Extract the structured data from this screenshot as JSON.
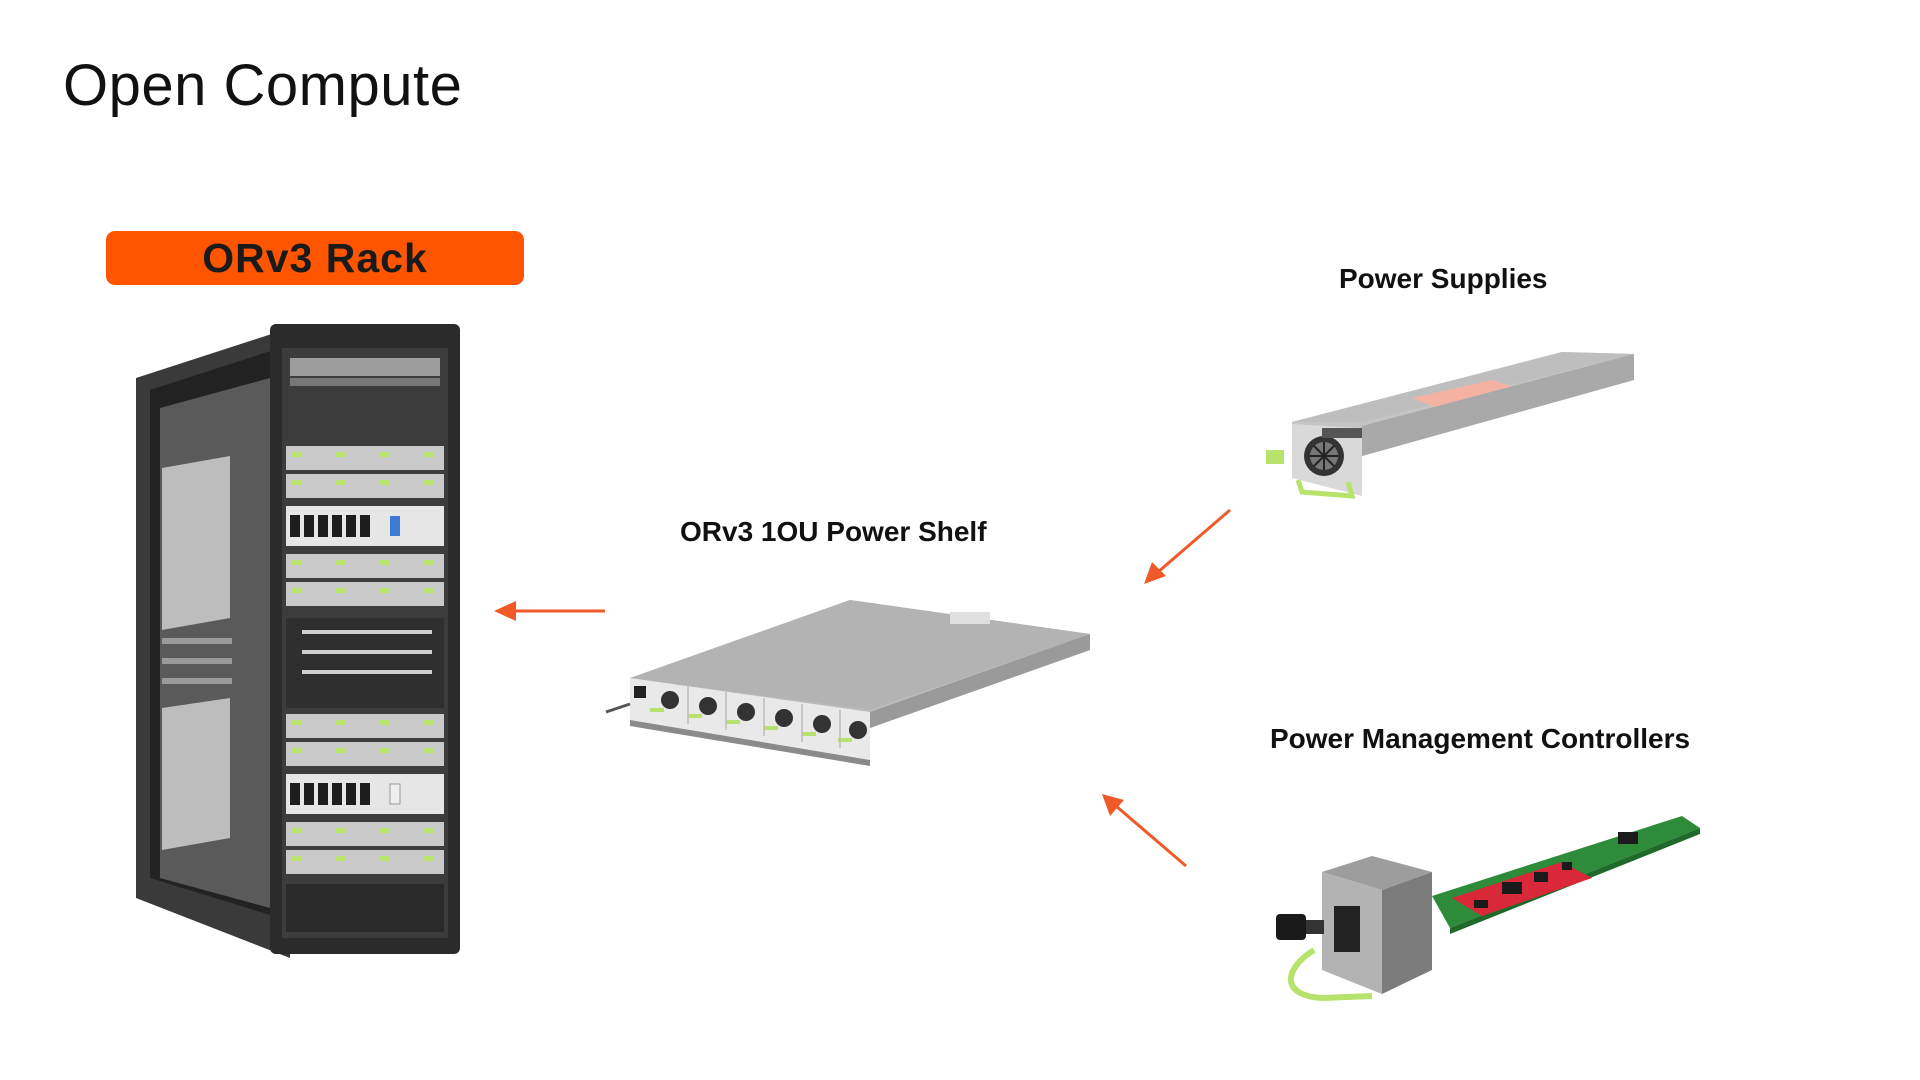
{
  "slide": {
    "title": "Open Compute"
  },
  "rack": {
    "badge_label": "ORv3 Rack"
  },
  "power_supplies": {
    "label": "Power Supplies"
  },
  "power_shelf": {
    "label": "ORv3 1OU Power Shelf"
  },
  "power_management": {
    "label": "Power Management Controllers"
  },
  "colors": {
    "accent_orange": "#ff5500",
    "arrow": "#f05a28",
    "latch_green": "#b7e26b",
    "pcb_green": "#2e8b3a",
    "pcb_red": "#d9283a",
    "chassis_gray": "#c8c8c8",
    "rack_dark": "#2b2b2b"
  }
}
